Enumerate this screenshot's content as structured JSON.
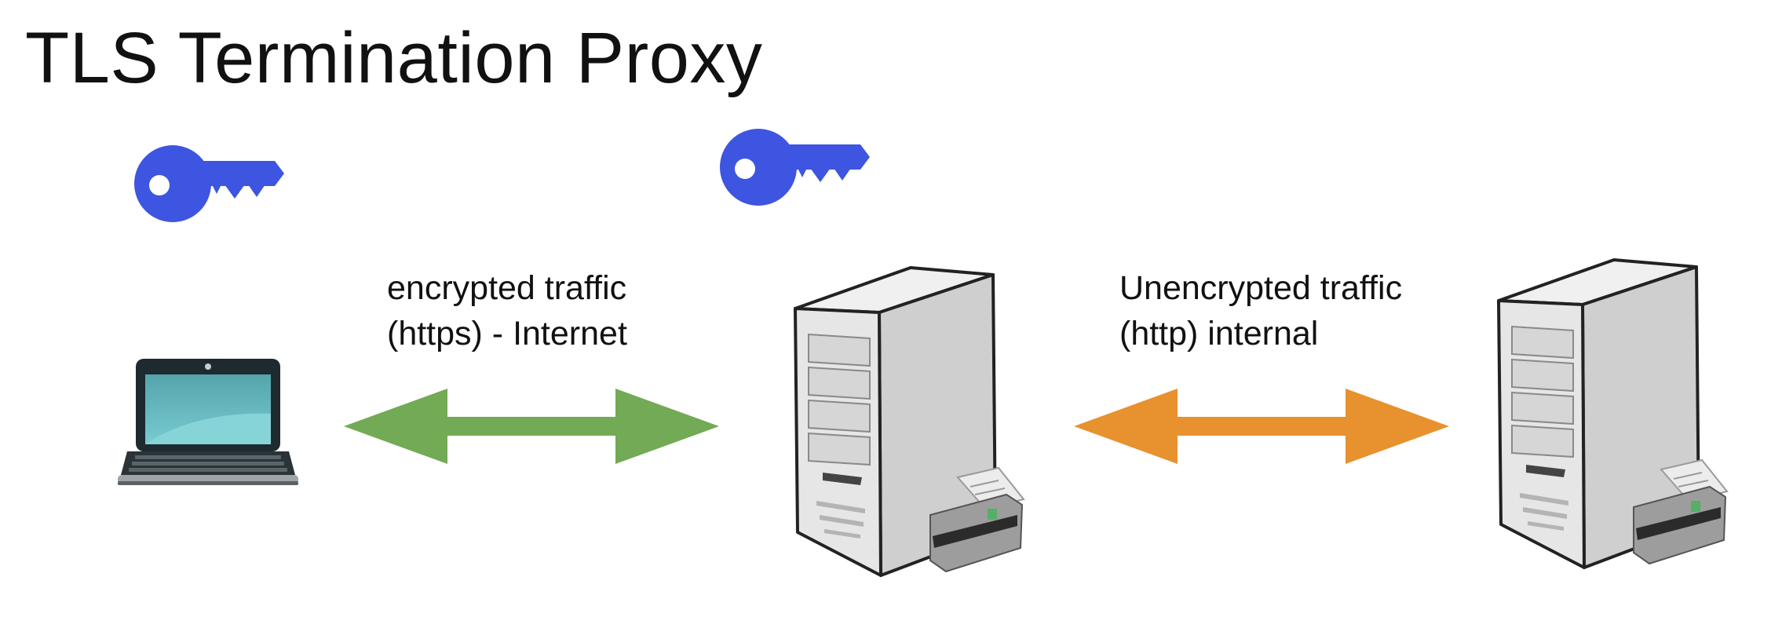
{
  "title": "TLS Termination Proxy",
  "encrypted_label": {
    "line1": "encrypted traffic",
    "line2": "(https) - Internet"
  },
  "unencrypted_label": {
    "line1": "Unencrypted traffic",
    "line2": "(http) internal"
  },
  "icons": {
    "client_key": "key-icon",
    "proxy_key": "key-icon",
    "client": "laptop-icon",
    "proxy": "server-icon",
    "backend": "server-icon"
  },
  "colors": {
    "key": "#3d55e0",
    "encrypted_arrow": "#72aa55",
    "unencrypted_arrow": "#e8912f",
    "server_body": "#dcdcdc",
    "laptop_screen": "#5fb8c0"
  }
}
